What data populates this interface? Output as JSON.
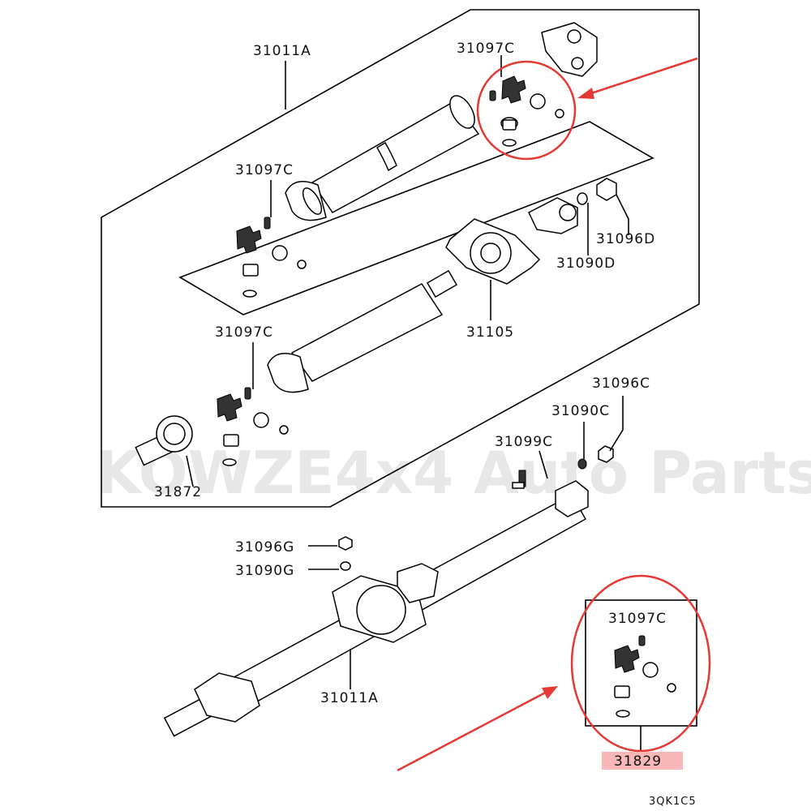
{
  "watermark": "KOWZE4x4 Auto Parts",
  "labels": {
    "shaft_top": "31011A",
    "ujoint_top_right": "31097C",
    "ujoint_mid": "31097C",
    "ujoint_lower": "31097C",
    "nut_top": "31096D",
    "washer_top": "31090D",
    "center_bearing": "31105",
    "end_bearing": "31872",
    "nut_right": "31096C",
    "washer_right": "31090C",
    "bolt": "31099C",
    "nut_left": "31096G",
    "washer_left": "31090G",
    "shaft_bottom": "31011A",
    "kit_ujoint": "31097C",
    "kit_number": "31829",
    "diagram_code": "3QK1C5"
  },
  "colors": {
    "highlight_circle": "#e53935",
    "kit_label_bg": "#f7b7b7",
    "watermark": "#e7e7e7"
  }
}
